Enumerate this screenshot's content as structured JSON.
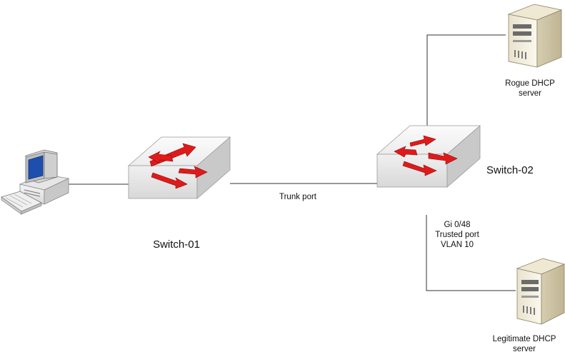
{
  "switch_1": {
    "label": "Switch-01"
  },
  "switch_2": {
    "label": "Switch-02"
  },
  "trunk_link": {
    "label": "Trunk port"
  },
  "trusted_port": {
    "line1": "Gi 0/48",
    "line2": "Trusted port",
    "line3": "VLAN 10"
  },
  "rogue_server": {
    "line1": "Rogue DHCP",
    "line2": "server"
  },
  "legit_server": {
    "line1": "Legitimate DHCP",
    "line2": "server"
  },
  "workstation": {
    "icon": "desktop-computer-icon"
  },
  "colors": {
    "arrow": "#e01a1a",
    "switch_top": "#f2f2f2",
    "switch_front": "#e6e6e6",
    "switch_side": "#d4d4d4",
    "line": "#333333"
  }
}
